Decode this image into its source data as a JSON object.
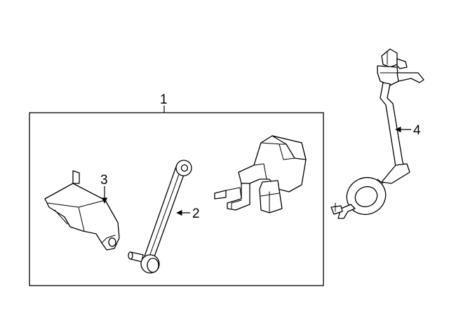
{
  "callouts": {
    "assembly": "1",
    "link": "2",
    "bracket": "3",
    "harness": "4"
  },
  "colors": {
    "line": "#000000",
    "background": "#ffffff"
  }
}
